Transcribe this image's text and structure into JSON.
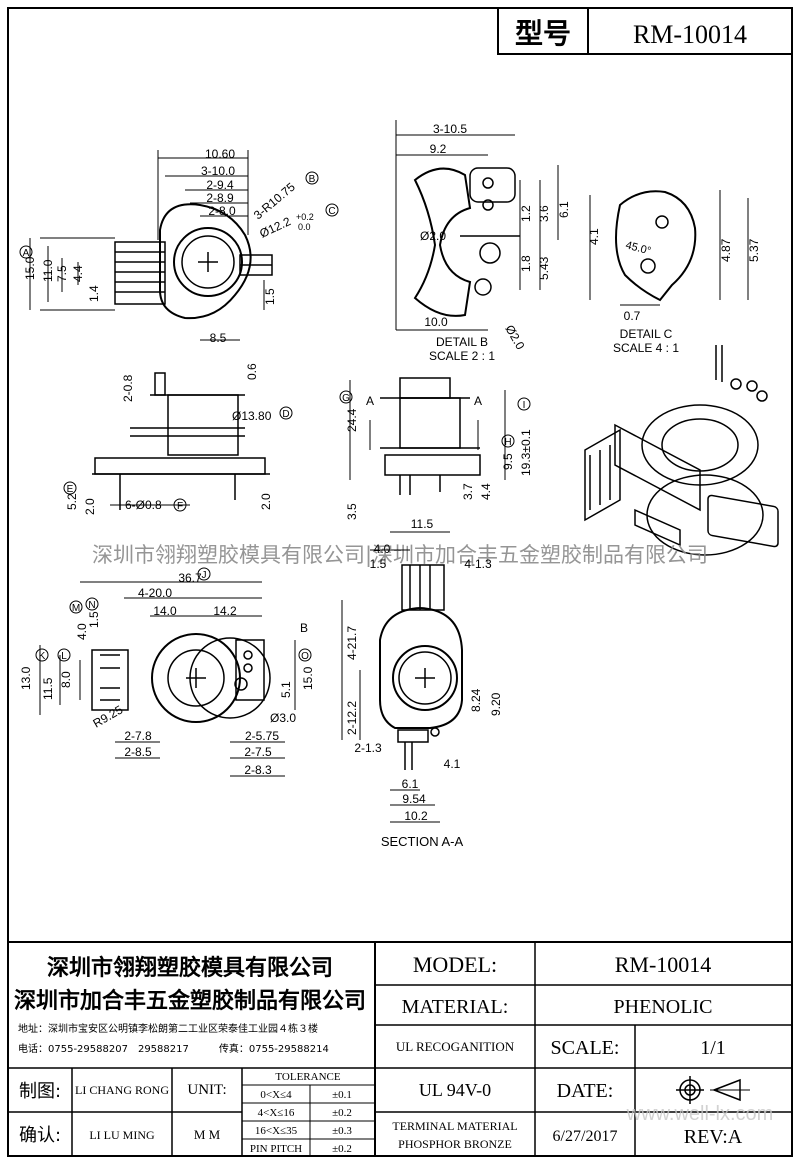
{
  "header": {
    "model_label": "型号",
    "model_value": "RM-10014"
  },
  "views": {
    "detail_b_title": "DETAIL B",
    "detail_b_scale": "SCALE 2 : 1",
    "detail_c_title": "DETAIL C",
    "detail_c_scale": "SCALE 4 : 1",
    "section_title": "SECTION A-A"
  },
  "dims": {
    "top_left": [
      "10.60",
      "3-10.0",
      "2-9.4",
      "2-8.9",
      "2-8.0",
      "3-R10.75",
      "Ø12.2",
      "+0.2",
      "0.0",
      "15.0",
      "11.0",
      "7.5",
      "4.4",
      "1.4",
      "8.5",
      "1.5"
    ],
    "detail_b": [
      "3-10.5",
      "9.2",
      "1.2",
      "3.6",
      "6.1",
      "Ø2.0",
      "1.8",
      "5.43",
      "10.0",
      "Ø2.0"
    ],
    "detail_c": [
      "4.1",
      "4.87",
      "5.37",
      "45.0°",
      "0.7"
    ],
    "front": [
      "2-0.8",
      "0.6",
      "Ø13.80",
      "5.2",
      "2.0",
      "6-Ø0.8",
      "2.0"
    ],
    "side": [
      "24.4",
      "19.3±0.1",
      "9.5",
      "3.5",
      "3.7",
      "4.4",
      "A",
      "A"
    ],
    "bottom": [
      "36.7",
      "4-20.0",
      "14.0",
      "14.2",
      "4.0",
      "1.5",
      "13.0",
      "11.5",
      "8.0",
      "15.0",
      "5.1",
      "R9.25",
      "Ø3.0",
      "2-7.8",
      "2-8.5",
      "2-5.75",
      "2-7.5",
      "2-8.3",
      "B"
    ],
    "section": [
      "11.5",
      "4.0",
      "1.5",
      "4-1.3",
      "4-21.7",
      "2-12.2",
      "8.24",
      "9.20",
      "2-1.3",
      "4.1",
      "6.1",
      "9.54",
      "10.2"
    ]
  },
  "circled_labels": [
    "A",
    "B",
    "C",
    "D",
    "E",
    "F",
    "G",
    "H",
    "I",
    "J",
    "K",
    "L",
    "M",
    "N",
    "O"
  ],
  "watermark": {
    "line": "深圳市翎翔塑胶模具有限公司|深圳市加合丰五金塑胶制品有限公司",
    "site": "www.well-lx.com"
  },
  "title_block": {
    "company1": "深圳市翎翔塑胶模具有限公司",
    "company2": "深圳市加合丰五金塑胶制品有限公司",
    "address": "地址：深圳市宝安区公明镇李松朗第二工业区荣泰佳工业园４栋３楼",
    "phone": "电话：0755-29588207　29588217　　　传真：0755-29588214",
    "model_label": "MODEL:",
    "model_value": "RM-10014",
    "material_label": "MATERIAL:",
    "material_value": "PHENOLIC",
    "ul_label": "UL RECOGANITION",
    "ul_value": "UL 94V-0",
    "scale_label": "SCALE:",
    "scale_value": "1/1",
    "date_label": "DATE:",
    "date_value": "6/27/2017",
    "terminal_label": "TERMINAL MATERIAL",
    "terminal_value": "PHOSPHOR  BRONZE",
    "rev": "REV:A",
    "drawn_label": "制图:",
    "drawn_by": "LI CHANG RONG",
    "checked_label": "确认:",
    "checked_by": "LI LU MING",
    "unit_label": "UNIT:",
    "unit_value": "M M",
    "tolerance_title": "TOLERANCE",
    "tolerances": [
      {
        "range": "0<X≤4",
        "value": "±0.1"
      },
      {
        "range": "4<X≤16",
        "value": "±0.2"
      },
      {
        "range": "16<X≤35",
        "value": "±0.3"
      },
      {
        "range": "PIN PITCH",
        "value": "±0.2"
      }
    ]
  }
}
